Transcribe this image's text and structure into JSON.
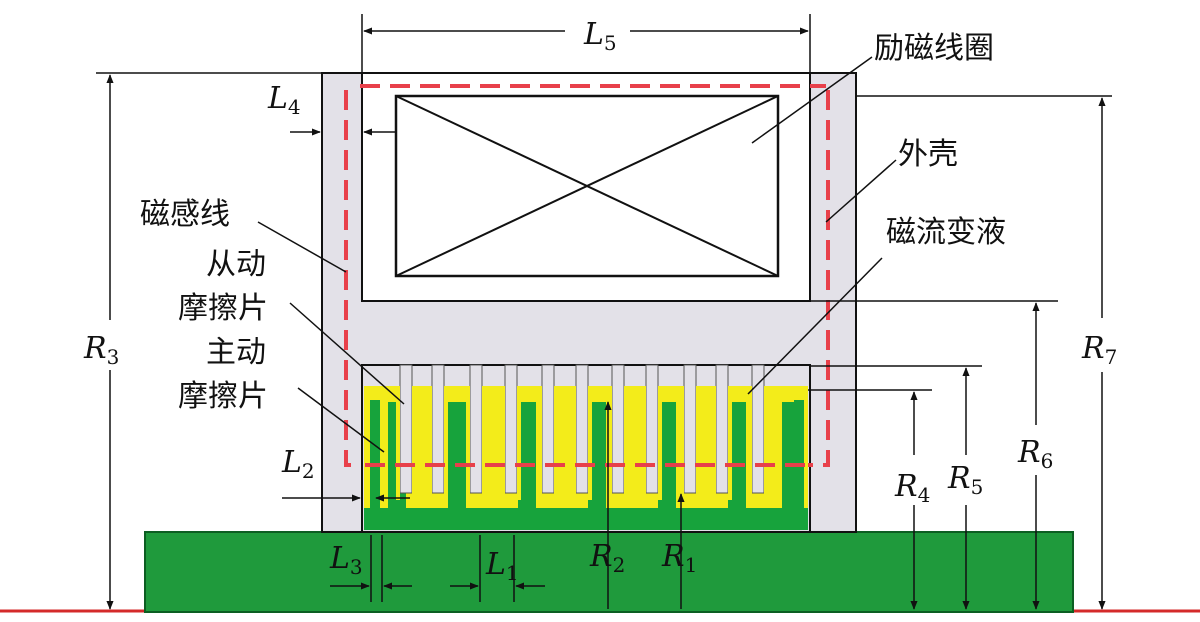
{
  "labels": {
    "coil": "励磁线圈",
    "shell": "外壳",
    "mr_fluid": "磁流变液",
    "flux_line": "磁感线",
    "driven_plate_line1": "从动",
    "driven_plate_line2": "摩擦片",
    "driving_plate_line1": "主动",
    "driving_plate_line2": "摩擦片"
  },
  "dimensions": {
    "L1": {
      "main": "L",
      "sub": "1"
    },
    "L2": {
      "main": "L",
      "sub": "2"
    },
    "L3": {
      "main": "L",
      "sub": "3"
    },
    "L4": {
      "main": "L",
      "sub": "4"
    },
    "L5": {
      "main": "L",
      "sub": "5"
    },
    "R1": {
      "main": "R",
      "sub": "1"
    },
    "R2": {
      "main": "R",
      "sub": "2"
    },
    "R3": {
      "main": "R",
      "sub": "3"
    },
    "R4": {
      "main": "R",
      "sub": "4"
    },
    "R5": {
      "main": "R",
      "sub": "5"
    },
    "R6": {
      "main": "R",
      "sub": "6"
    },
    "R7": {
      "main": "R",
      "sub": "7"
    }
  },
  "colors": {
    "shaft_green": "#1f9a3c",
    "plate_green": "#17a33c",
    "plate_yellow": "#f3ec1a",
    "shell_gray": "#e3e1e8",
    "flux_red": "#e8404a",
    "line": "#111111",
    "ground_red": "#d42a2a"
  }
}
